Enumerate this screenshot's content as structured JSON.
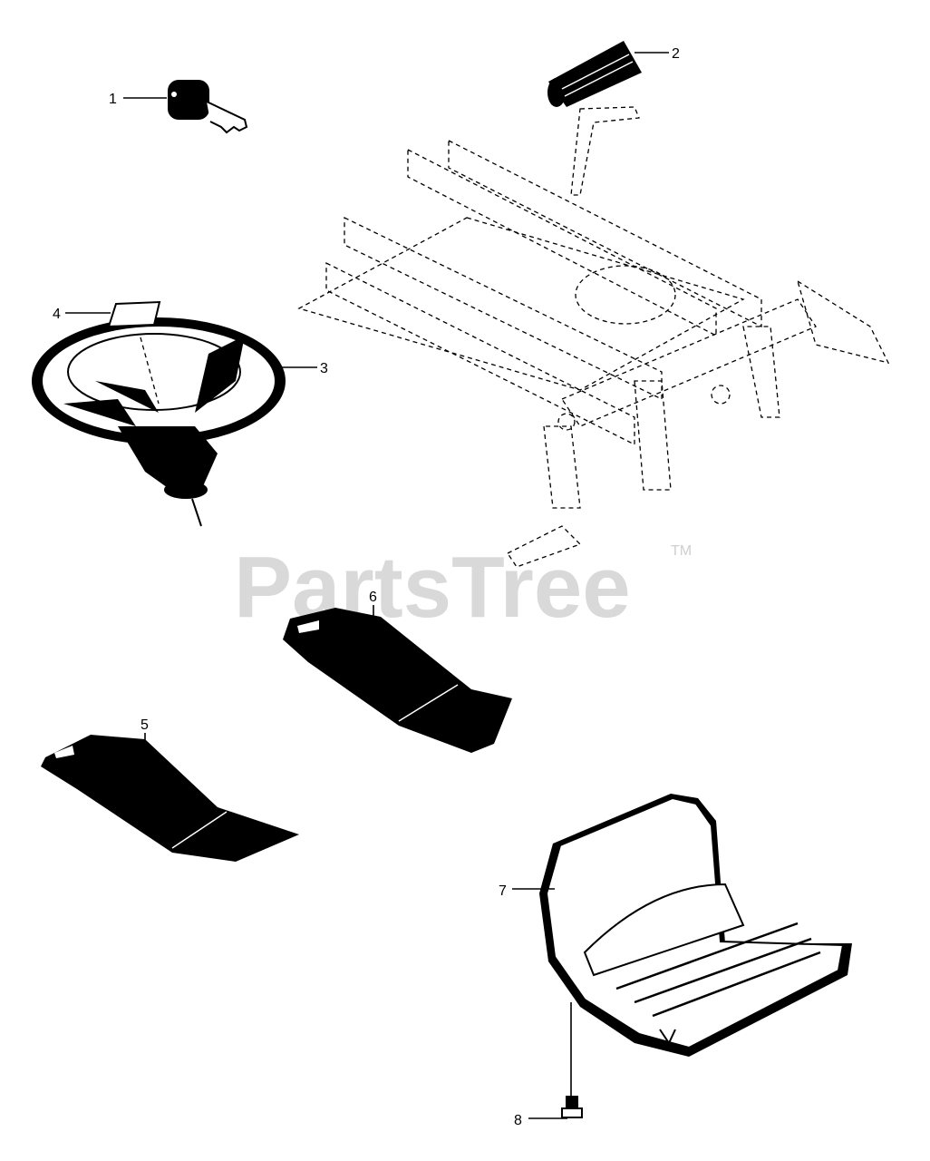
{
  "watermark": {
    "text": "PartsTree",
    "tm": "TM",
    "color": "#d9d9d9"
  },
  "callouts": {
    "c1": "1",
    "c2": "2",
    "c3": "3",
    "c4": "4",
    "c5": "5",
    "c6": "6",
    "c7": "7",
    "c8": "8"
  },
  "icons": {
    "key": "ignition-key-icon",
    "grip": "handle-grip-icon",
    "wheel": "steering-wheel-icon",
    "cap": "steering-wheel-cap-icon",
    "pad_left": "foot-pad-left-icon",
    "pad_right": "foot-pad-right-icon",
    "seat": "seat-icon",
    "bolt": "shoulder-bolt-icon",
    "frame": "tractor-frame-icon"
  }
}
